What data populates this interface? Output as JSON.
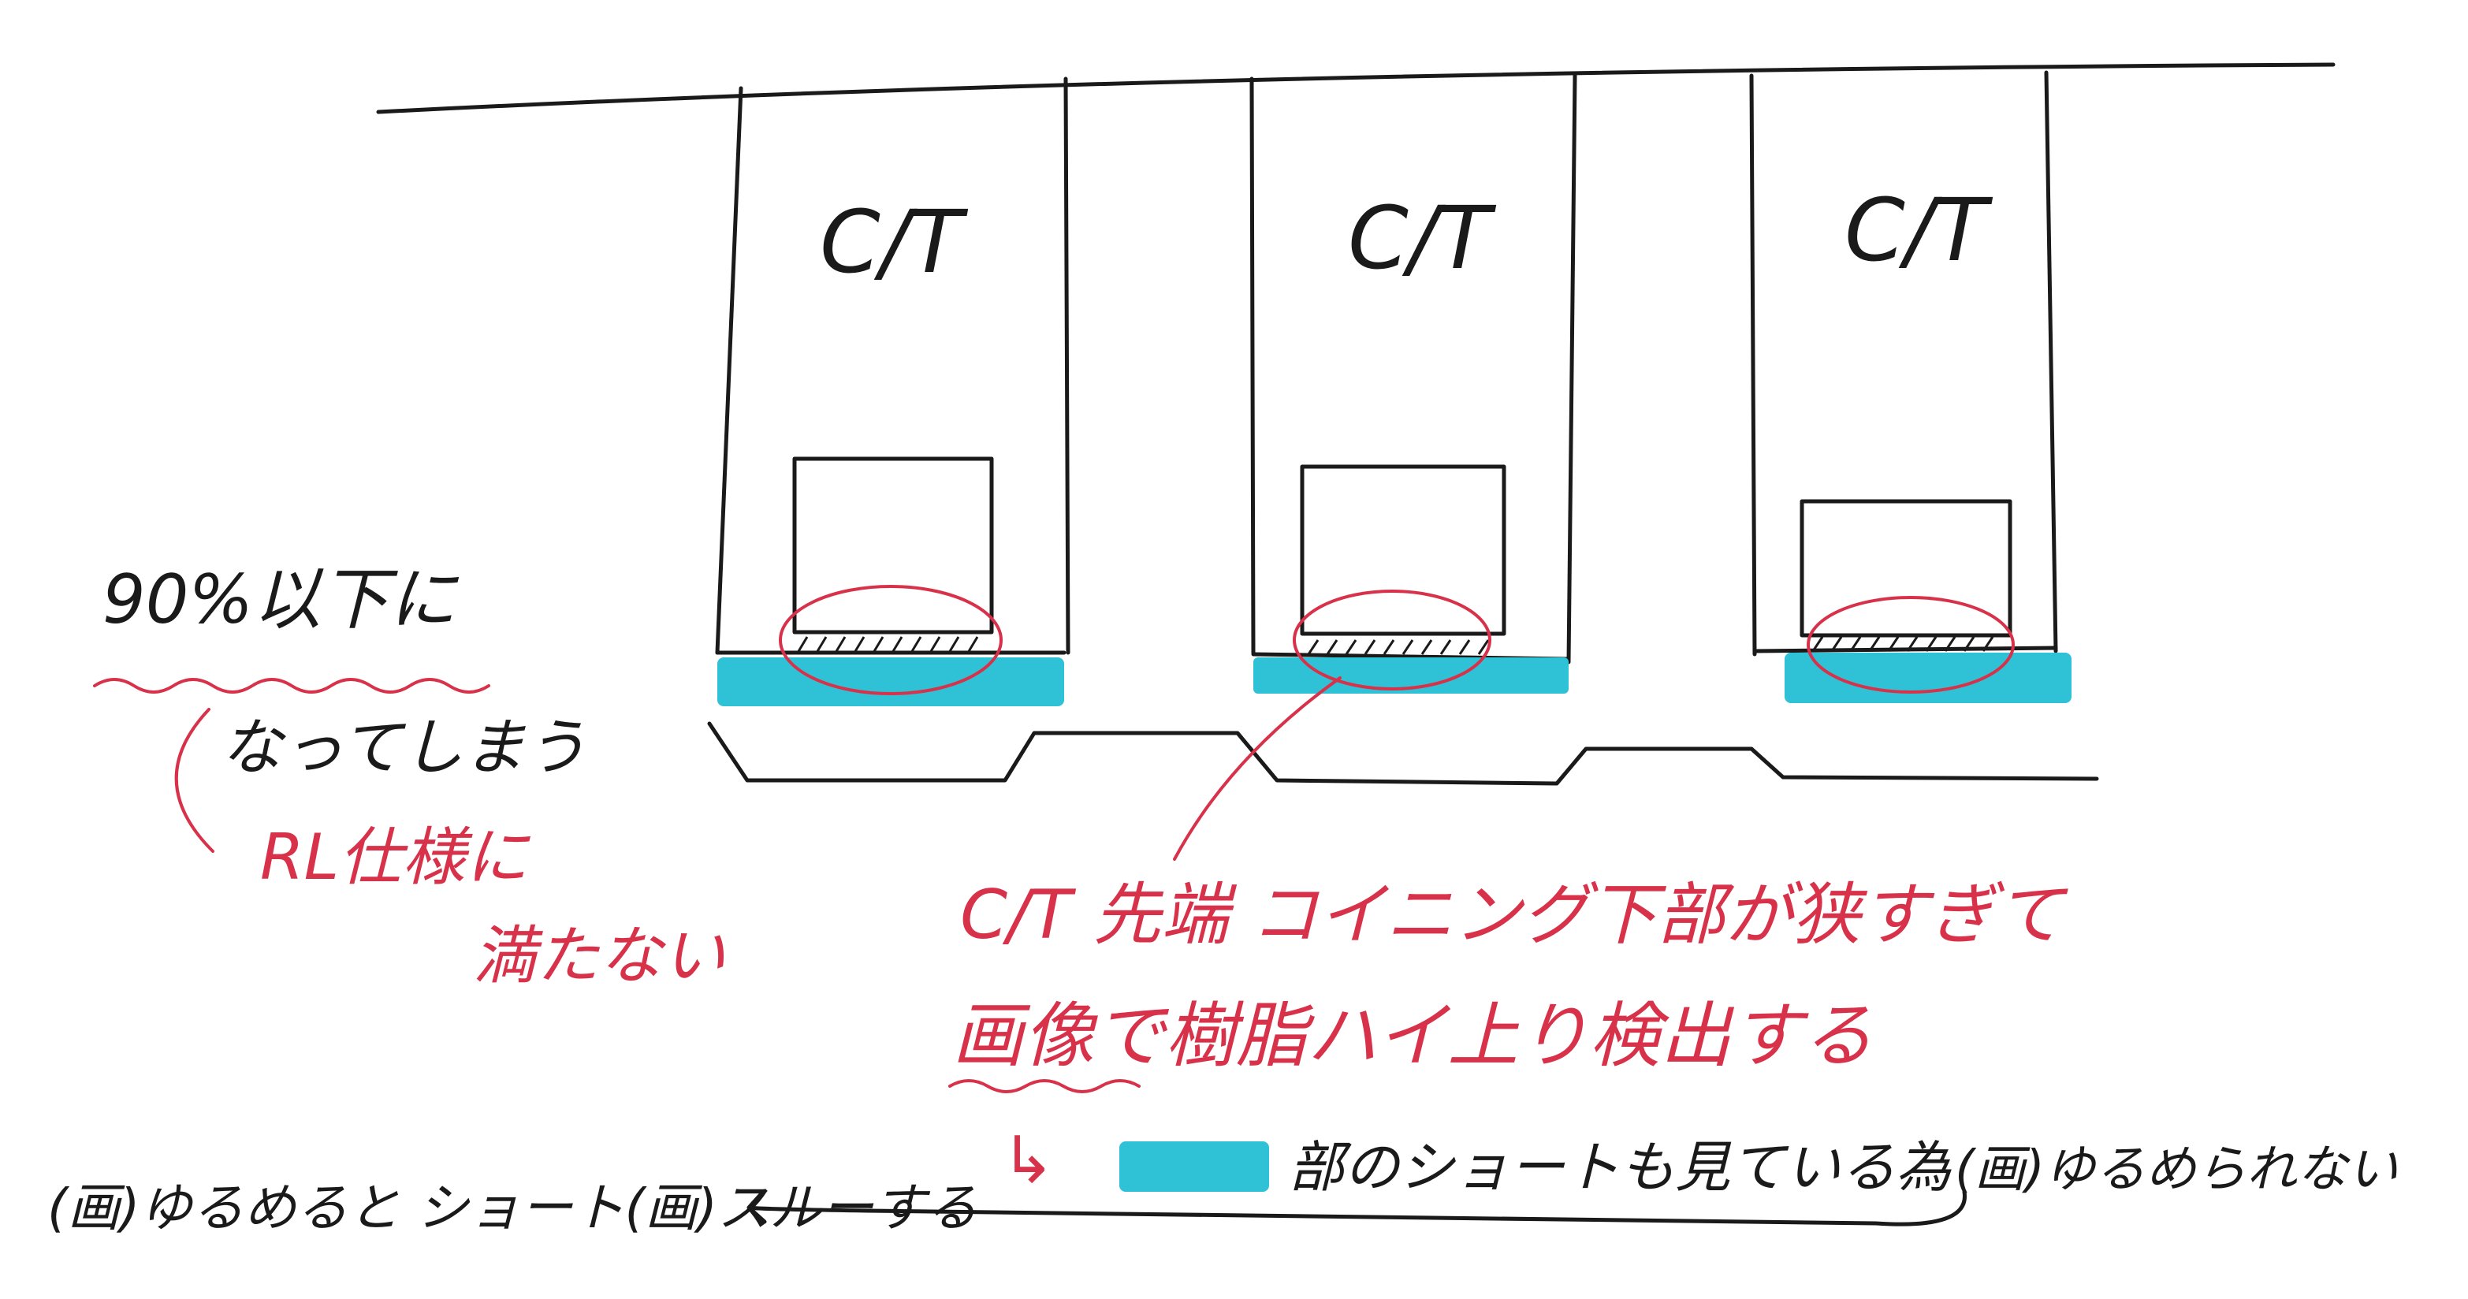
{
  "diagram": {
    "cell_labels": [
      "C/T",
      "C/T",
      "C/T"
    ],
    "left_note": {
      "line1": "90%以下に",
      "line2": "なってしまう",
      "line3": "RL仕様に",
      "line4": "満たない"
    },
    "main_note": {
      "line1": "C/T 先端 コイニング下部が狭すぎて",
      "line2": "画像で樹脂ハイ上り検出する"
    },
    "bottom_note": {
      "arrow_symbol": "↳",
      "right_text": "部のショートも見ている為",
      "right_end": "(画)ゆるめられない",
      "left_text": "(画)ゆるめると ショート(画)スルーする"
    },
    "colors": {
      "ink": "#1a1a1a",
      "red": "#d8324a",
      "highlight": "#2fc2d6"
    }
  }
}
